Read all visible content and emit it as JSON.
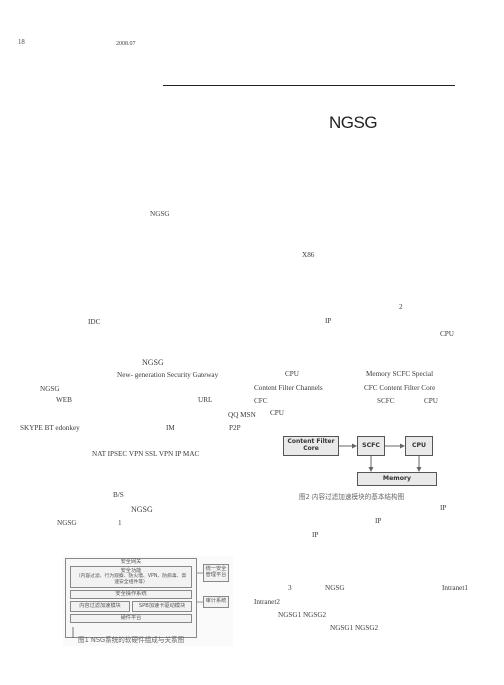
{
  "header": {
    "page_number": "18",
    "issue": "2008.07"
  },
  "article": {
    "title": "NGSG"
  },
  "left_column": [
    "NGSG",
    "IDC",
    "NGSG",
    "New- generation Security Gateway",
    "NGSG",
    "WEB",
    "URL",
    "QQ   MSN",
    "SKYPE   BT   edonkey",
    "IM",
    "P2P",
    "NAT   IPSEC VPN   SSL VPN   IP MAC",
    "B/S",
    "NGSG",
    "NGSG",
    "1"
  ],
  "right_column": [
    "X86",
    "2",
    "IP",
    "CPU",
    "CPU",
    "Memory    SCFC   Special",
    "Content Filter Channels",
    "CFC   Content Filter Core",
    "CFC",
    "SCFC",
    "CPU",
    "CPU",
    "IP",
    "IP",
    "IP",
    "3",
    "NGSG",
    "Intranet1",
    "Intranet2",
    "NGSG1    NGSG2",
    "NGSG1    NGSG2"
  ],
  "figure1": {
    "caption": "图1 NSG系统的软硬件组成与关系图",
    "outer_label": "安全网关",
    "functions_label": "安全功能",
    "functions_detail": "（内容过滤、行为观察、防火墙、VPN、防病毒、高速安全组件等）",
    "os_label": "安全操作系统",
    "accel_left": "内容过滤加速模块",
    "accel_right": "SPB加速卡驱动模块",
    "hardware_label": "硬件平台",
    "side_top": "统一安全管理平台",
    "side_bottom": "审计系统"
  },
  "figure2": {
    "caption": "图2 内容过滤加速模块的基本结构图",
    "cfc_label": "Content Filter Core",
    "scfc_label": "SCFC",
    "cpu_label": "CPU",
    "memory_label": "Memory"
  }
}
